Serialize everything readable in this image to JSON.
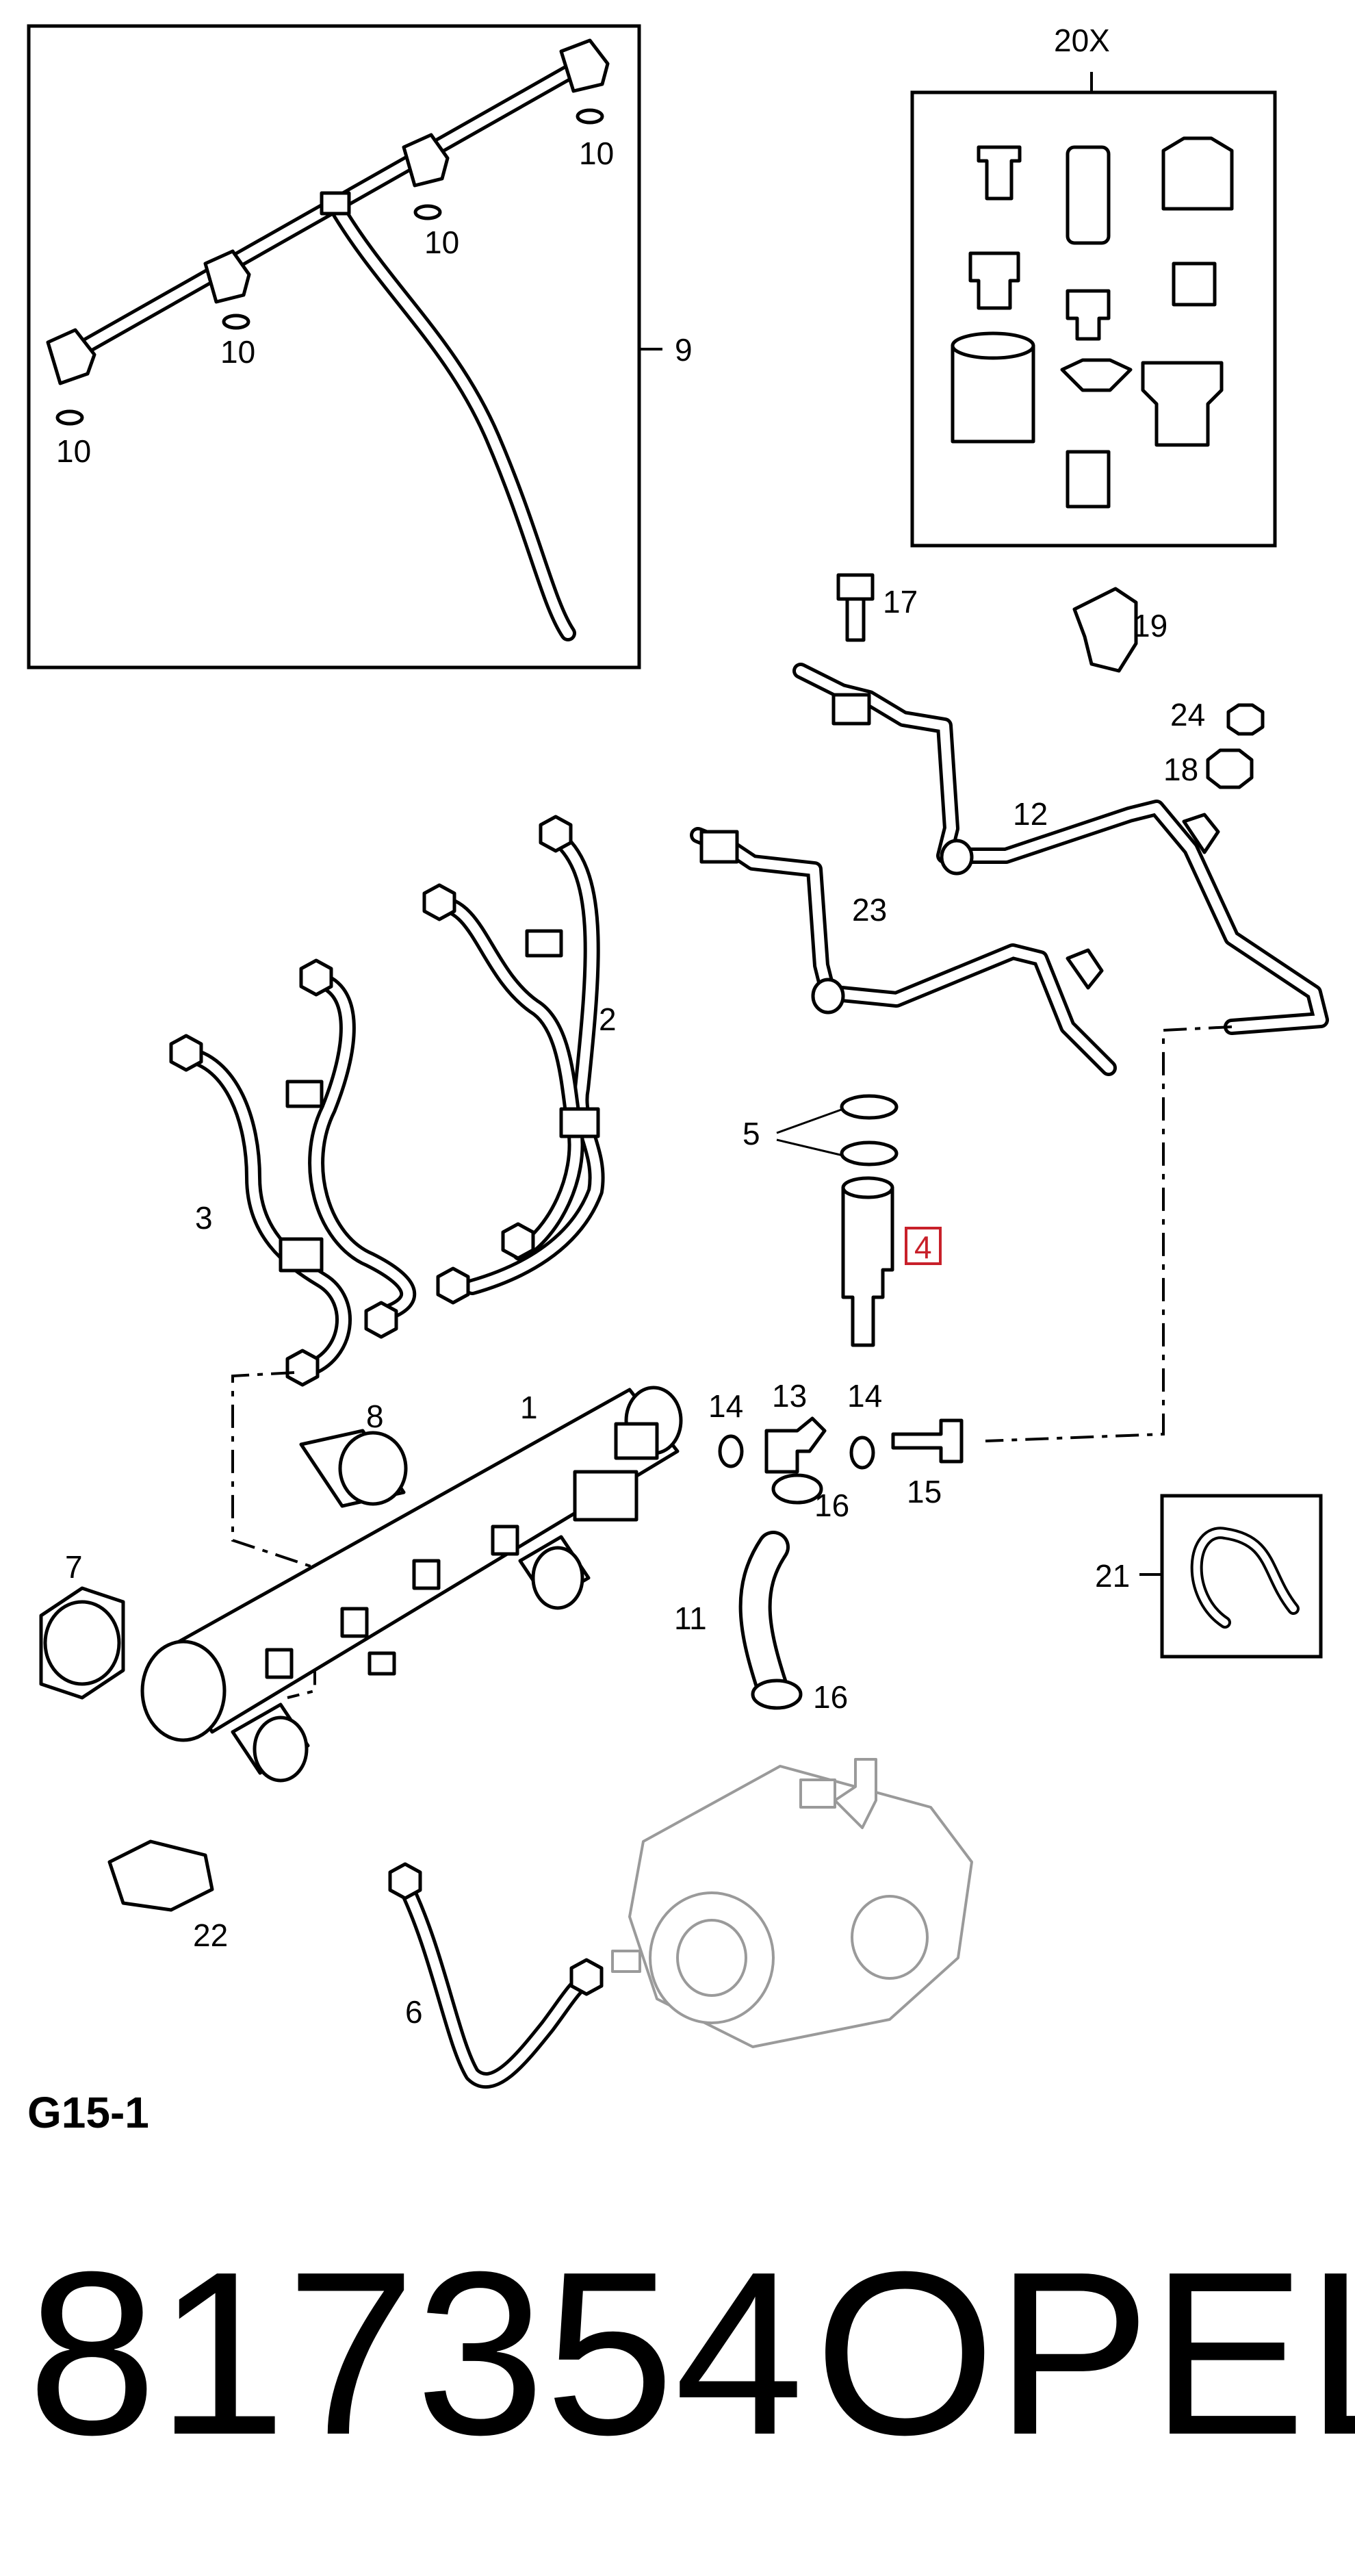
{
  "diagram": {
    "page_code": "G15-1",
    "part_number": "817354",
    "brand": "OPEL",
    "highlighted_callout": "4",
    "highlight_color": "#c8202a",
    "callouts": {
      "c1": "1",
      "c2": "2",
      "c3": "3",
      "c4": "4",
      "c5": "5",
      "c6": "6",
      "c7": "7",
      "c8": "8",
      "c9": "9",
      "c10a": "10",
      "c10b": "10",
      "c10c": "10",
      "c10d": "10",
      "c11": "11",
      "c12": "12",
      "c13": "13",
      "c14a": "14",
      "c14b": "14",
      "c15": "15",
      "c16a": "16",
      "c16b": "16",
      "c17": "17",
      "c18": "18",
      "c19": "19",
      "c20x": "20X",
      "c21": "21",
      "c22": "22",
      "c23": "23",
      "c24": "24"
    }
  }
}
